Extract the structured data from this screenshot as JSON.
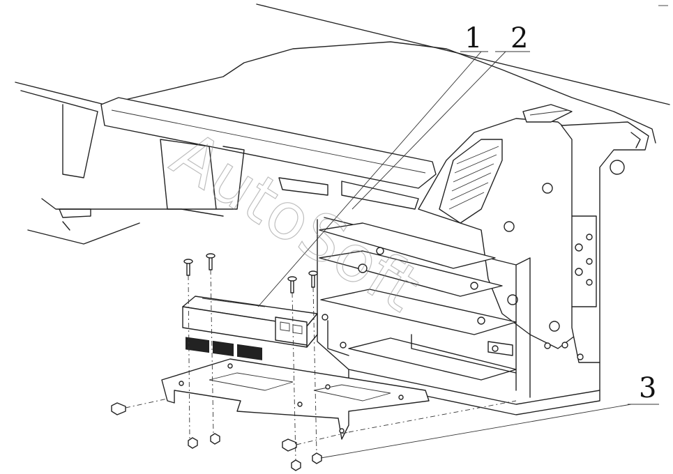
{
  "callouts": [
    {
      "id": "1",
      "label": "1"
    },
    {
      "id": "2",
      "label": "2"
    },
    {
      "id": "3",
      "label": "3"
    }
  ],
  "watermark": "AutoSoft",
  "colors": {
    "line": "#222222",
    "background": "#ffffff",
    "watermark": "#888888"
  }
}
